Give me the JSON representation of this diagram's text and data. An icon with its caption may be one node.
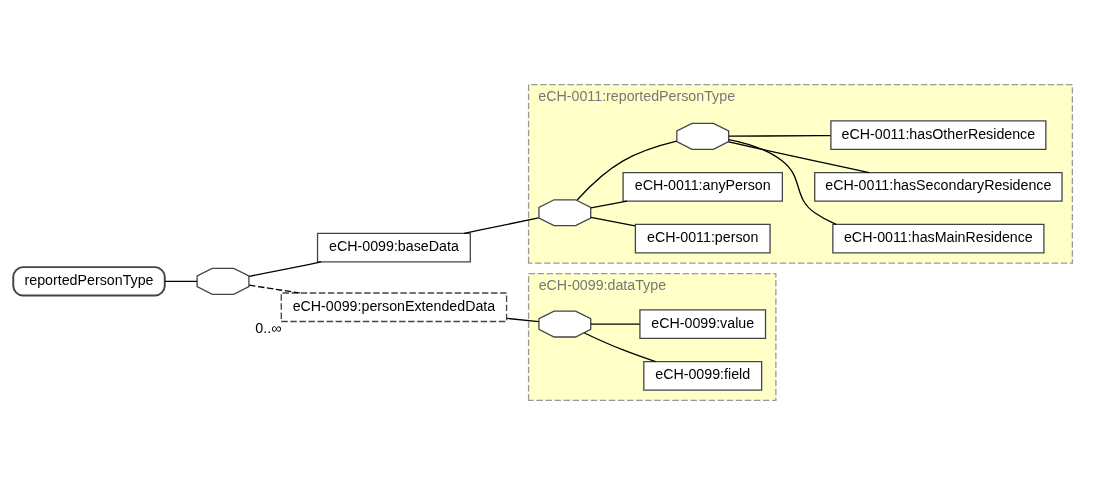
{
  "diagram": {
    "nodes": [
      {
        "text": [
          "reportedPersonType"
        ]
      },
      {
        "text": [],
        "shape": "octagon"
      },
      {
        "text": [
          "eCH-0099:baseData"
        ]
      },
      {
        "text": [
          "eCH-0011:reportedPersonType"
        ]
      },
      {
        "text": [],
        "shape": "octagon",
        "in": 3
      },
      {
        "text": [
          "eCH-0011:person"
        ],
        "in": 3
      },
      {
        "text": [
          "eCH-0011:anyPerson"
        ],
        "in": 3
      },
      {
        "text": [],
        "shape": "octagon",
        "in": 3
      },
      {
        "text": [
          "eCH-0011:hasMainResidence"
        ],
        "in": 3
      },
      {
        "text": [
          "eCH-0011:hasSecondaryResidence"
        ],
        "in": 3
      },
      {
        "text": [
          "eCH-0011:hasOtherResidence"
        ],
        "in": 3
      },
      {
        "text": [
          "eCH-0099:personExtendedData"
        ],
        "beside": [
          "0..∞"
        ]
      },
      {
        "text": [
          "eCH-0099:dataType"
        ]
      },
      {
        "text": [],
        "shape": "octagon",
        "in": 12
      },
      {
        "text": [
          "eCH-0099:field"
        ],
        "in": 12
      },
      {
        "text": [
          "eCH-0099:value"
        ],
        "in": 12
      }
    ],
    "edges": [
      {
        "from": 0,
        "to": 1,
        "arrow": "none"
      },
      {
        "from": 1,
        "to": 2,
        "arrow": "none"
      },
      {
        "from": 1,
        "to": 11,
        "arrow": "none",
        "style": "dashed"
      },
      {
        "from": 2,
        "to": 4,
        "arrow": "none"
      },
      {
        "from": 4,
        "to": 5,
        "arrow": "none"
      },
      {
        "from": 4,
        "to": 6,
        "arrow": "none"
      },
      {
        "from": 4,
        "to": 7,
        "arrow": "none"
      },
      {
        "from": 7,
        "to": 8,
        "arrow": "none"
      },
      {
        "from": 7,
        "to": 9,
        "arrow": "none"
      },
      {
        "from": 7,
        "to": 10,
        "arrow": "none"
      },
      {
        "from": 11,
        "to": 13,
        "arrow": "none"
      },
      {
        "from": 13,
        "to": 14,
        "arrow": "none"
      },
      {
        "from": 13,
        "to": 15,
        "arrow": "none"
      }
    ]
  }
}
